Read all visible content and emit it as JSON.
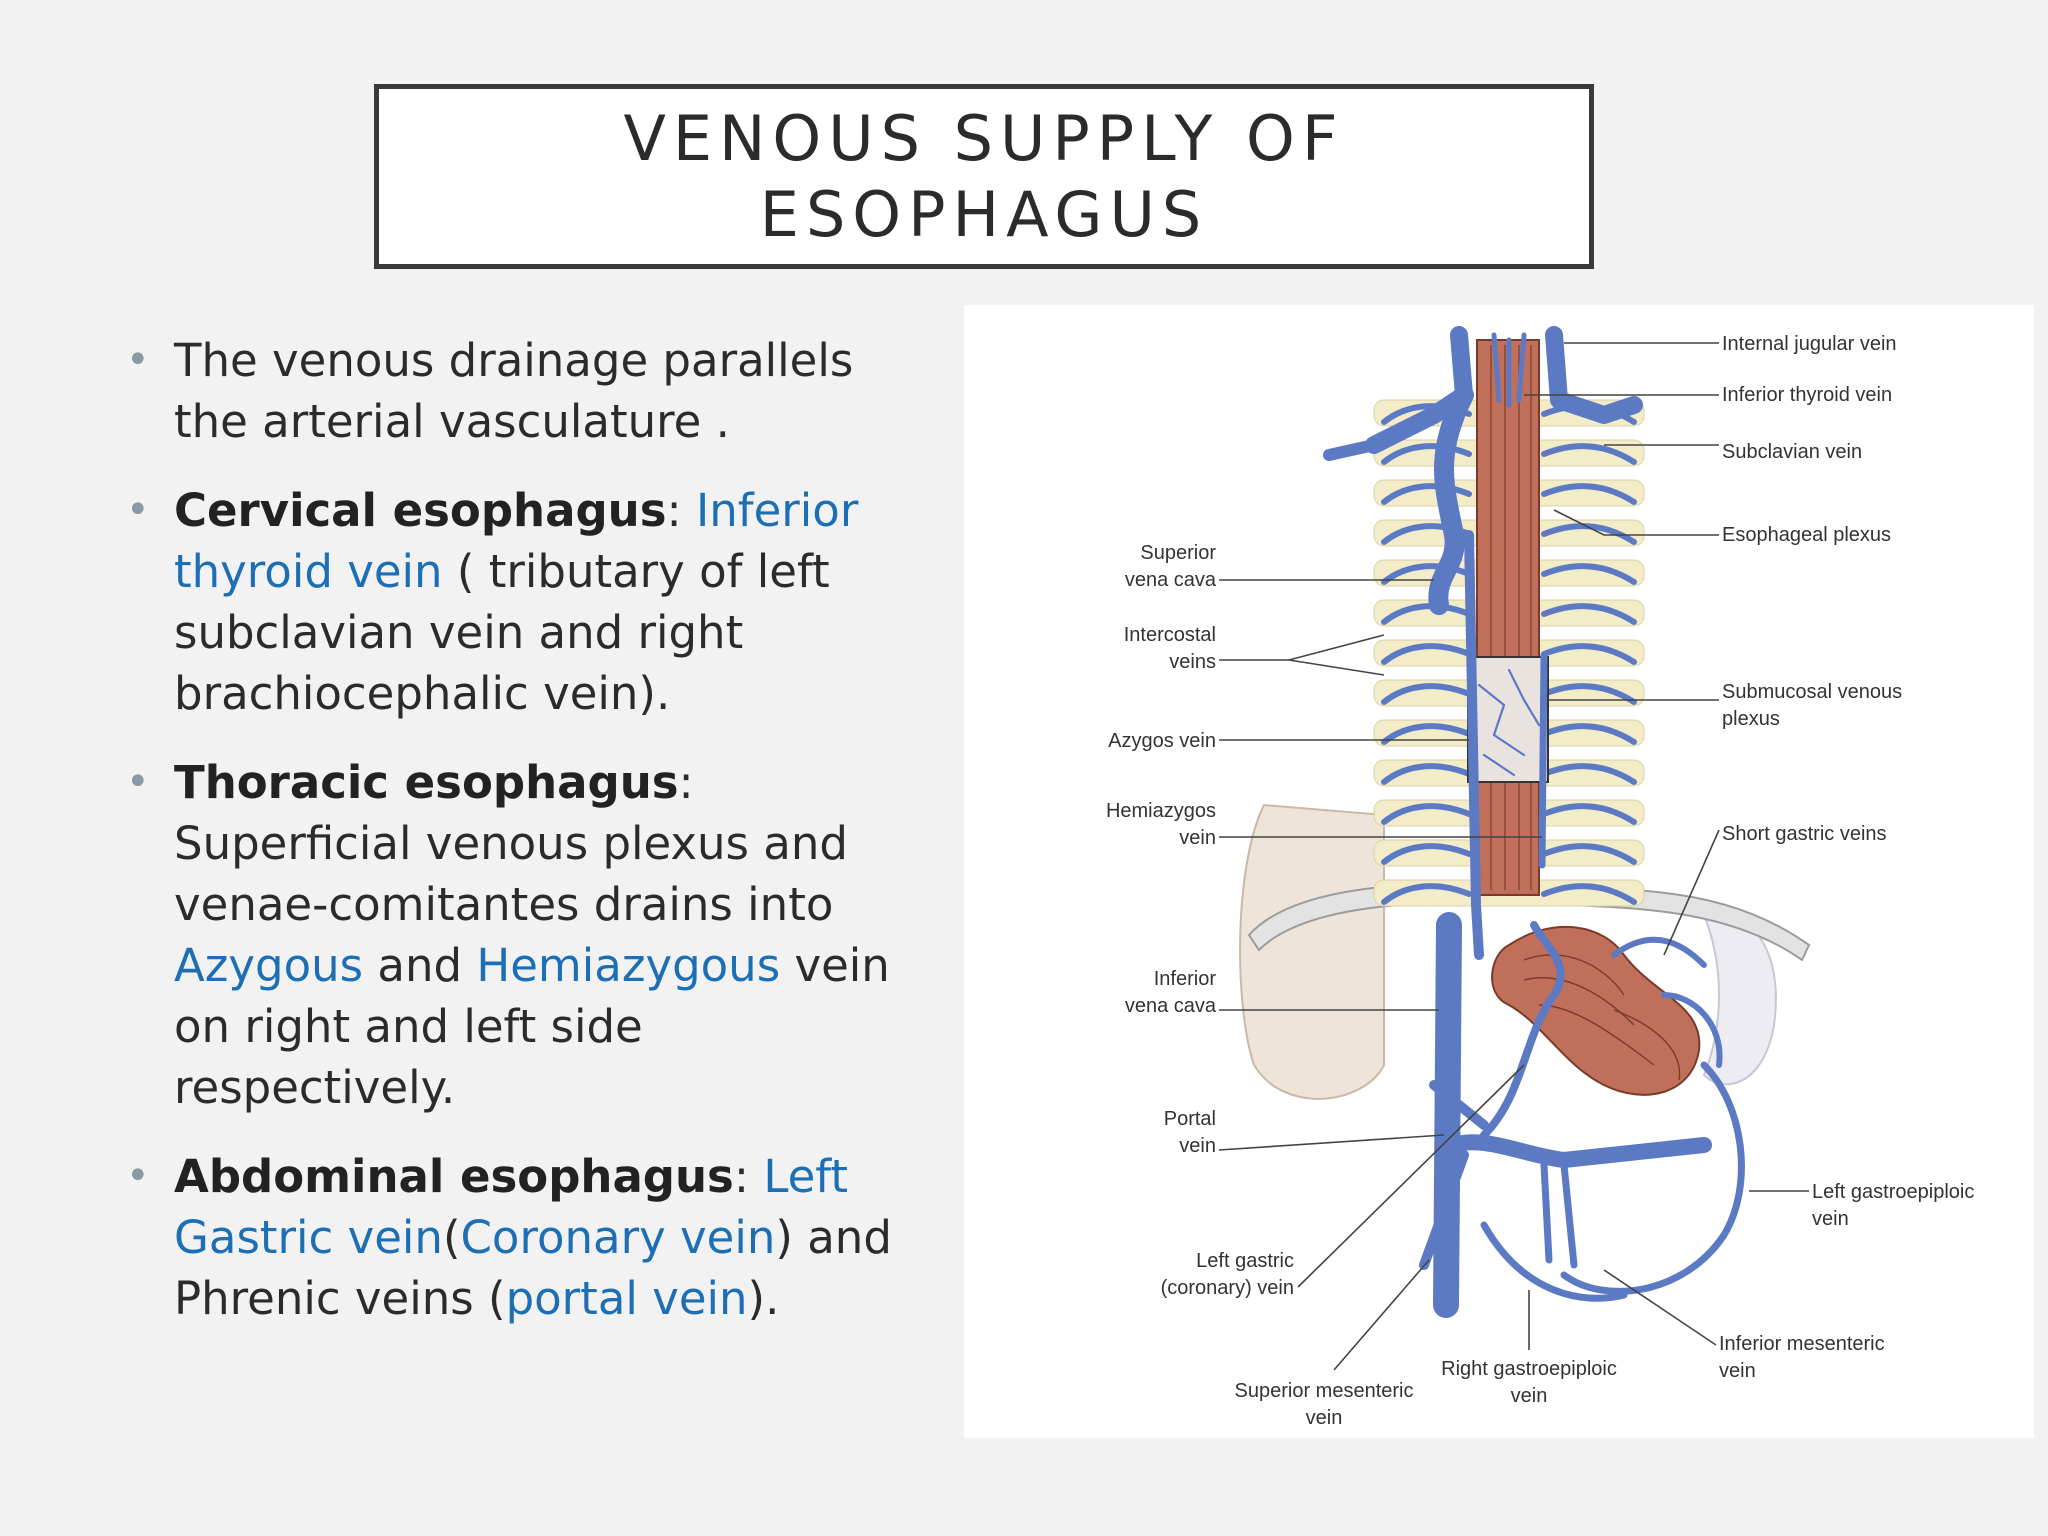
{
  "title": "Venous supply of esophagus",
  "bullets": [
    {
      "parts": [
        {
          "text": "The venous drainage parallels the arterial vasculature .",
          "style": "plain"
        }
      ]
    },
    {
      "parts": [
        {
          "text": "Cervical esophagus",
          "style": "bold"
        },
        {
          "text": ":  ",
          "style": "plain"
        },
        {
          "text": "Inferior thyroid vein",
          "style": "link"
        },
        {
          "text": " ( tributary of left subclavian vein and right brachiocephalic vein).",
          "style": "plain"
        }
      ]
    },
    {
      "parts": [
        {
          "text": "Thoracic esophagus",
          "style": "bold"
        },
        {
          "text": ": Superficial venous plexus and venae-comitantes drains into ",
          "style": "plain"
        },
        {
          "text": "Azygous",
          "style": "link"
        },
        {
          "text": " and ",
          "style": "plain"
        },
        {
          "text": "Hemiazygous",
          "style": "link"
        },
        {
          "text": " vein on right and left side respectively.",
          "style": "plain"
        }
      ]
    },
    {
      "parts": [
        {
          "text": "Abdominal esophagus",
          "style": "bold"
        },
        {
          "text": ": ",
          "style": "plain"
        },
        {
          "text": "Left Gastric vein",
          "style": "link"
        },
        {
          "text": "(",
          "style": "plain"
        },
        {
          "text": "Coronary vein",
          "style": "link"
        },
        {
          "text": ") and Phrenic veins (",
          "style": "plain"
        },
        {
          "text": "portal vein",
          "style": "link"
        },
        {
          "text": ").",
          "style": "plain"
        }
      ]
    }
  ],
  "figure": {
    "labels_right": [
      {
        "lines": [
          "Internal jugular vein"
        ]
      },
      {
        "lines": [
          "Inferior thyroid vein"
        ]
      },
      {
        "lines": [
          "Subclavian vein"
        ]
      },
      {
        "lines": [
          "Esophageal plexus"
        ]
      },
      {
        "lines": [
          "Submucosal venous",
          "plexus"
        ]
      },
      {
        "lines": [
          "Short gastric veins"
        ]
      },
      {
        "lines": [
          "Left gastroepiploic",
          "vein"
        ]
      },
      {
        "lines": [
          "Inferior mesenteric",
          "vein"
        ]
      }
    ],
    "labels_left": [
      {
        "lines": [
          "Superior",
          "vena cava"
        ]
      },
      {
        "lines": [
          "Intercostal",
          "veins"
        ]
      },
      {
        "lines": [
          "Azygos vein"
        ]
      },
      {
        "lines": [
          "Hemiazygos",
          "vein"
        ]
      },
      {
        "lines": [
          "Inferior",
          "vena cava"
        ]
      },
      {
        "lines": [
          "Portal",
          "vein"
        ]
      },
      {
        "lines": [
          "Left gastric",
          "(coronary) vein"
        ]
      }
    ],
    "labels_bottom": [
      {
        "lines": [
          "Superior mesenteric",
          "vein"
        ]
      },
      {
        "lines": [
          "Right gastroepiploic",
          "vein"
        ]
      }
    ],
    "colors": {
      "vein": "#5c79c4",
      "esophagus": "#c0705a",
      "vertebra": "#f2ecc8",
      "liver": "#efe4da"
    }
  }
}
